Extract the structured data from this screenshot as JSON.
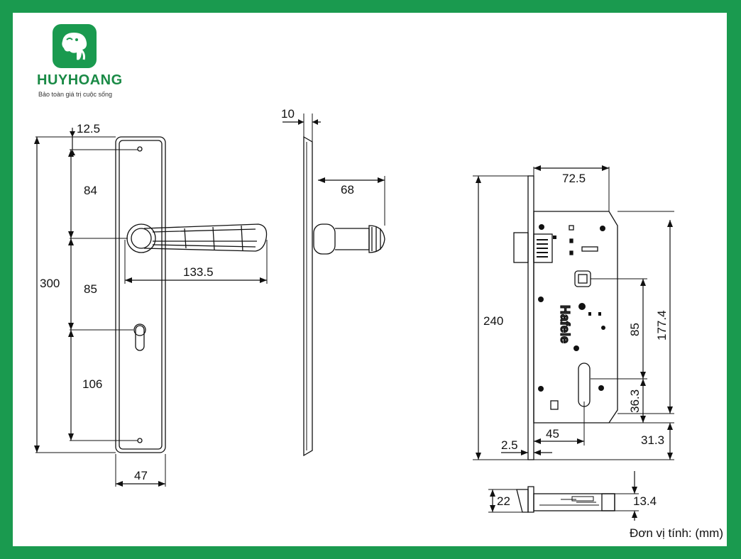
{
  "logo": {
    "name": "HUYHOANG",
    "tagline": "Bảo toàn giá trị cuộc sống",
    "icon": "elephant-icon",
    "color": "#1a9a4f"
  },
  "frame_color": "#1a9a4f",
  "unit_label": "Đơn vị tính: (mm)",
  "brand_marking": "Hafele",
  "plate_view": {
    "dims": {
      "top_hole_offset": "12.5",
      "hole_to_handle": "84",
      "total_height": "300",
      "handle_to_key": "85",
      "key_to_bottom_hole": "106",
      "handle_length": "133.5",
      "width": "47"
    }
  },
  "side_view": {
    "dims": {
      "plate_thickness": "10",
      "handle_projection": "68"
    }
  },
  "lock_body": {
    "dims": {
      "backset_depth": "72.5",
      "faceplate_height": "240",
      "case_height": "177.4",
      "center_distance": "85",
      "cyl_to_case_bottom": "36.3",
      "backset": "45",
      "faceplate_thickness": "2.5",
      "case_bottom_to_faceplate": "31.3"
    }
  },
  "bolt_view": {
    "dims": {
      "faceplate_width": "22",
      "bolt_height": "13.4"
    }
  }
}
